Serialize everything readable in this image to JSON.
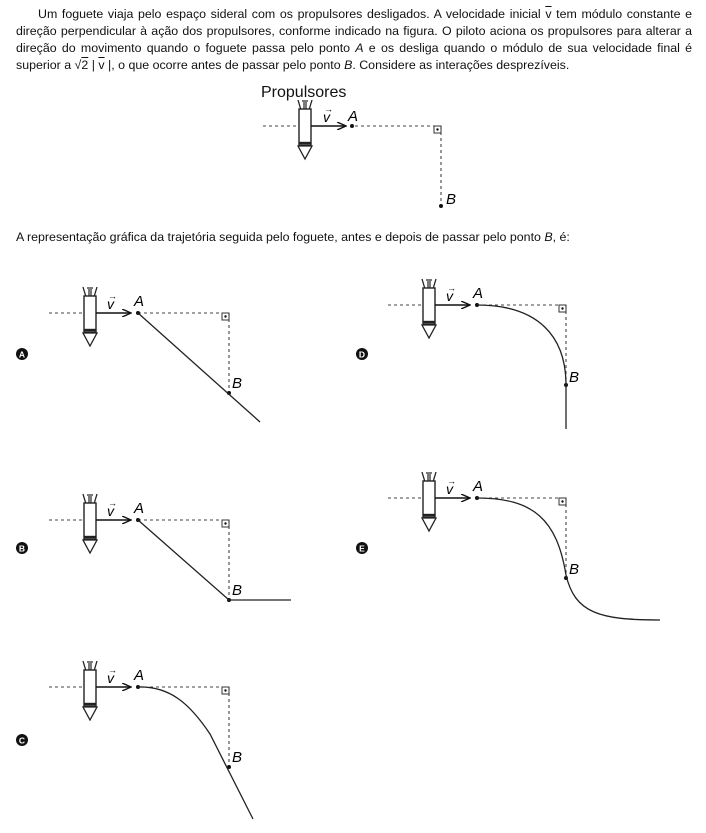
{
  "stem": {
    "part1": "Um foguete viaja pelo espaço sideral com os propulsores desligados. A velocidade inicial ",
    "vec": "v",
    "part2": " tem módulo constante e direção perpendicular à ação dos propulsores, conforme indicado na figura. O piloto aciona os propulsores para alterar a direção do movimento quando o foguete passa pelo ponto ",
    "pointA": "A",
    "part3": " e os desliga quando o módulo de sua velocidade final é superior a ",
    "sqrt_sign": "√",
    "sqrt_arg": "2",
    "abs_open": " | ",
    "abs_close": " |",
    "part4": ", o que ocorre antes de passar pelo ponto ",
    "pointB": "B",
    "part5": ". Considere as interações desprezíveis."
  },
  "figure": {
    "propulsores_label": "Propulsores",
    "velocity_label": "v",
    "arrow_mark": "→",
    "point_a": "A",
    "point_b": "B"
  },
  "question": {
    "part1": "A representação gráfica da trajetória seguida pelo foguete, antes e depois de passar pelo ponto ",
    "pointB": "B",
    "part2": ", é:"
  },
  "options": [
    {
      "letter": "A",
      "path": "straight-diagonal"
    },
    {
      "letter": "B",
      "path": "straight-diagonal-then-horizontal"
    },
    {
      "letter": "C",
      "path": "curve-then-straight-diagonal"
    },
    {
      "letter": "D",
      "path": "curve-then-vertical"
    },
    {
      "letter": "E",
      "path": "curve-then-horizontal"
    }
  ]
}
